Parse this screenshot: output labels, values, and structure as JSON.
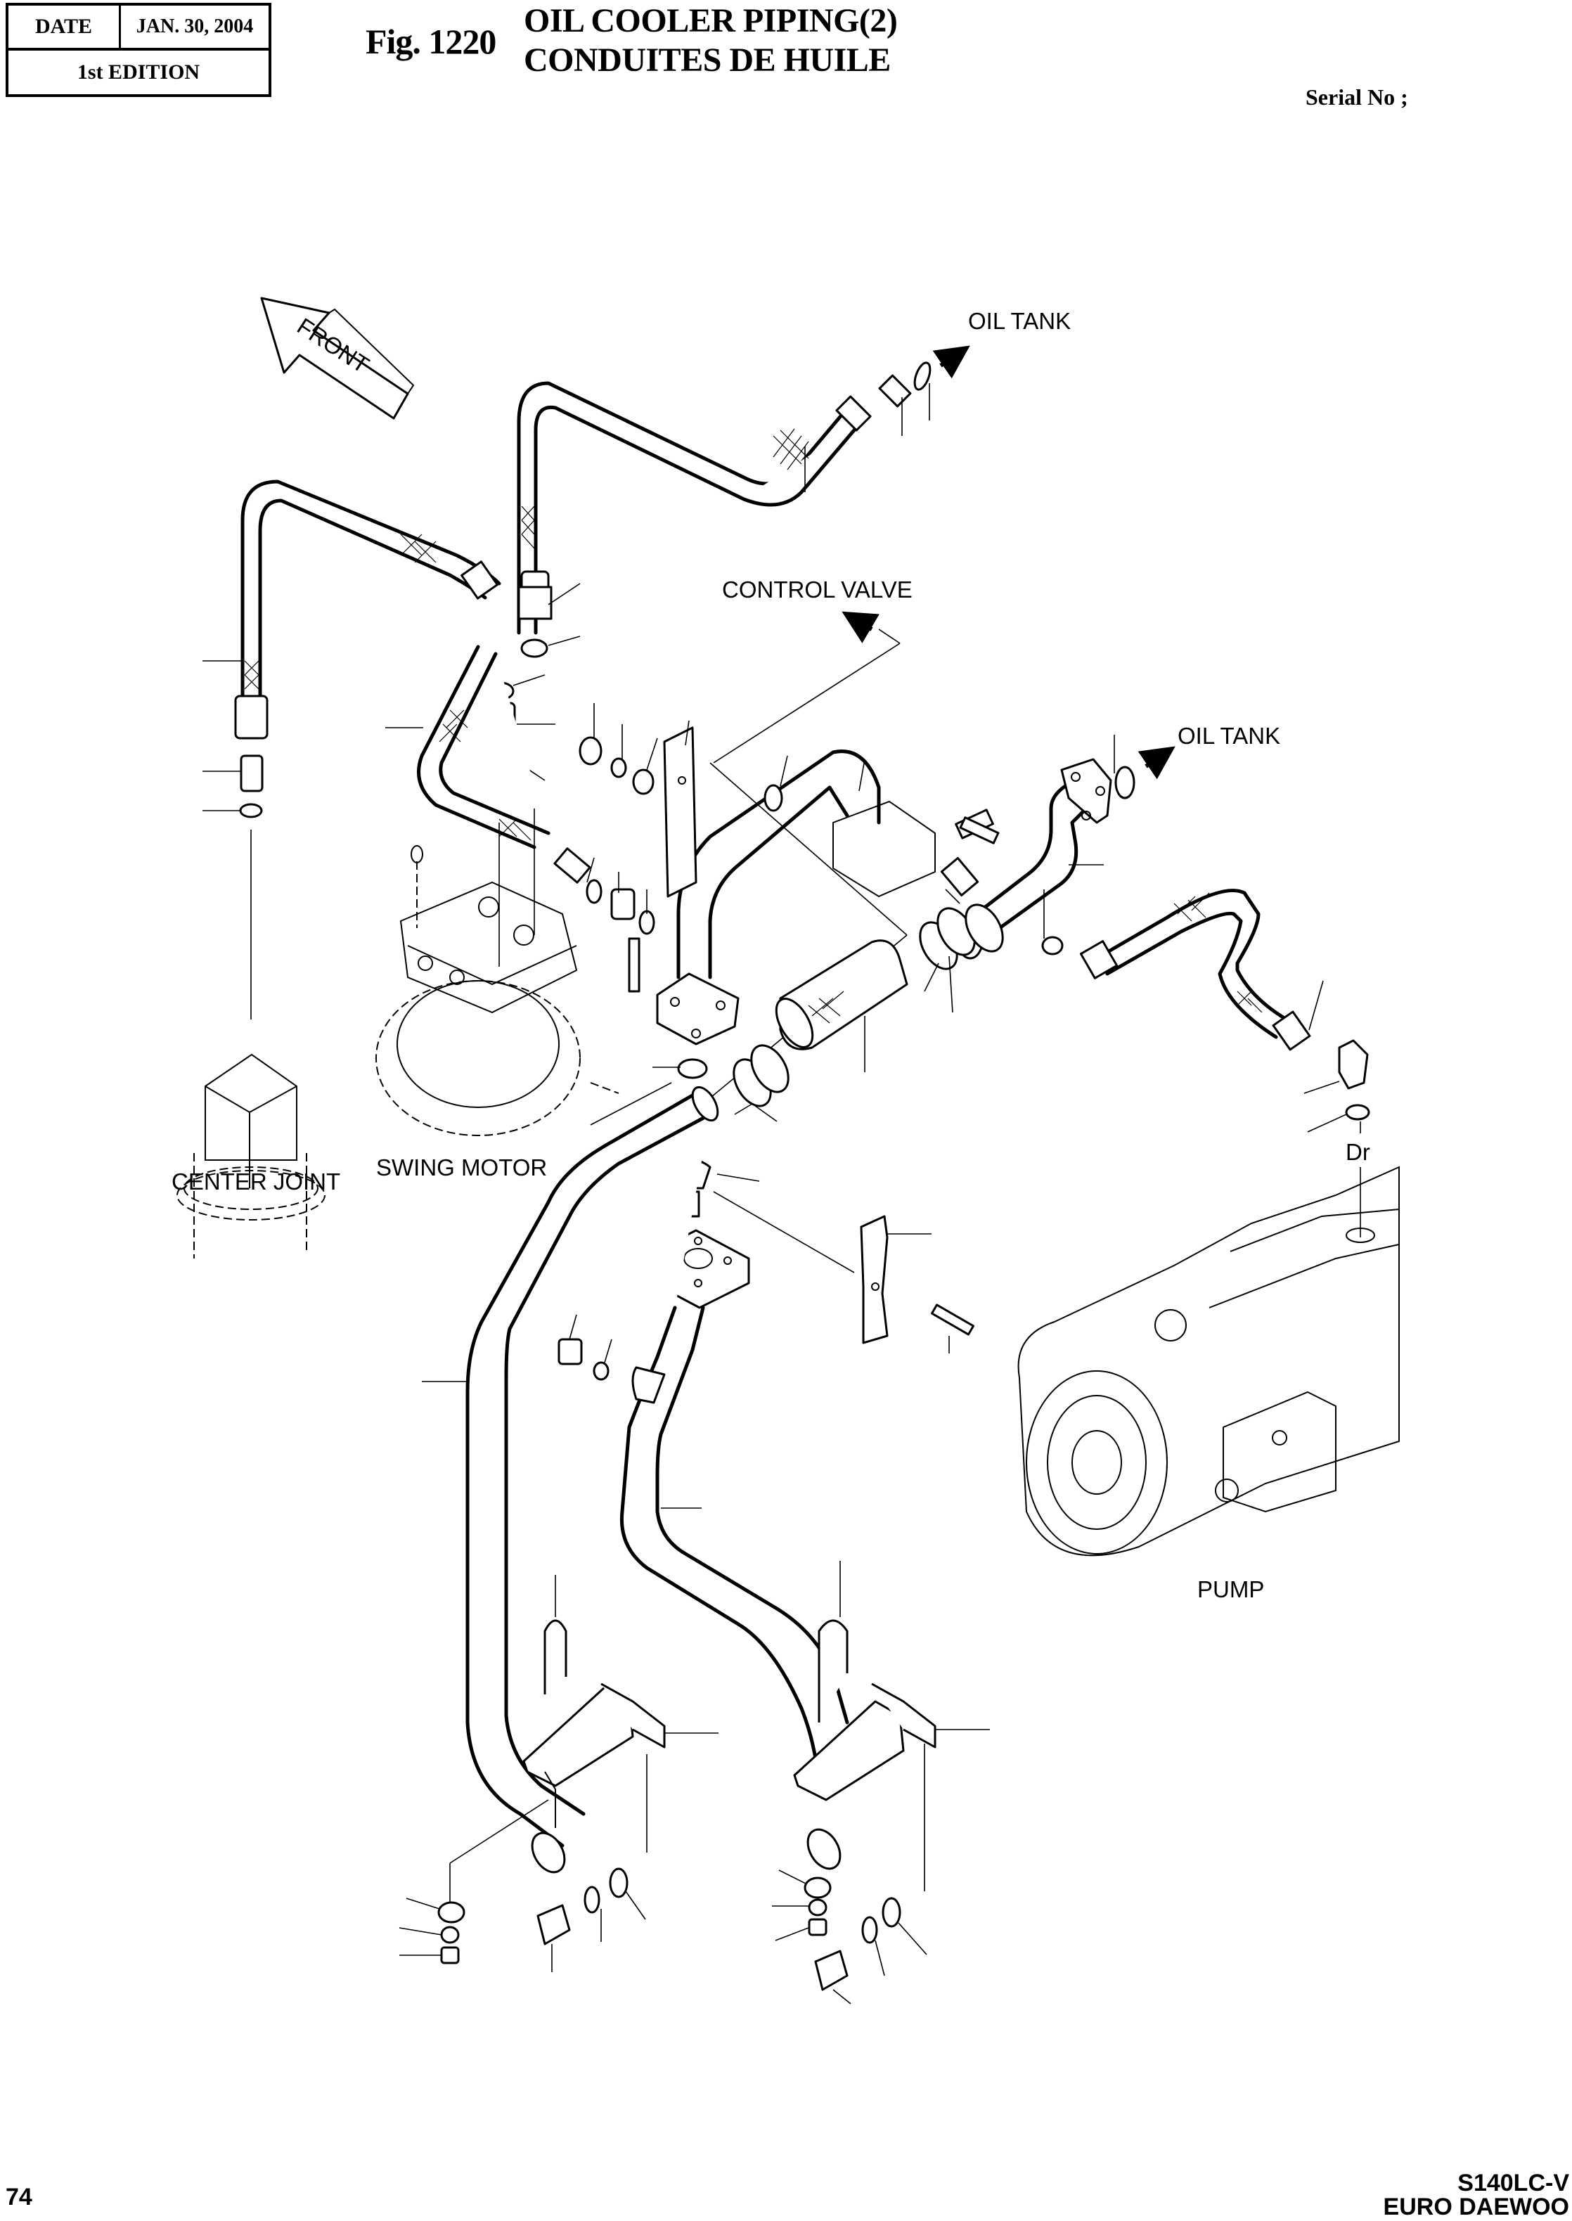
{
  "header": {
    "date_label": "DATE",
    "date_value": "JAN. 30, 2004",
    "edition": "1st EDITION",
    "figure_number": "Fig. 1220",
    "title_en": "OIL COOLER PIPING(2)",
    "title_fr": "CONDUITES DE HUILE",
    "serial_label": "Serial No ;"
  },
  "diagram": {
    "direction_label": "FRONT",
    "labels": {
      "oil_tank_top": "OIL TANK",
      "control_valve": "CONTROL VALVE",
      "oil_tank_right": "OIL TANK",
      "center_joint": "CENTER JOINT",
      "swing_motor": "SWING MOTOR",
      "drain_port": "Dr",
      "pump": "PUMP"
    }
  },
  "footer": {
    "page_number": "74",
    "model": "S140LC-V",
    "brand": "EURO DAEWOO"
  }
}
